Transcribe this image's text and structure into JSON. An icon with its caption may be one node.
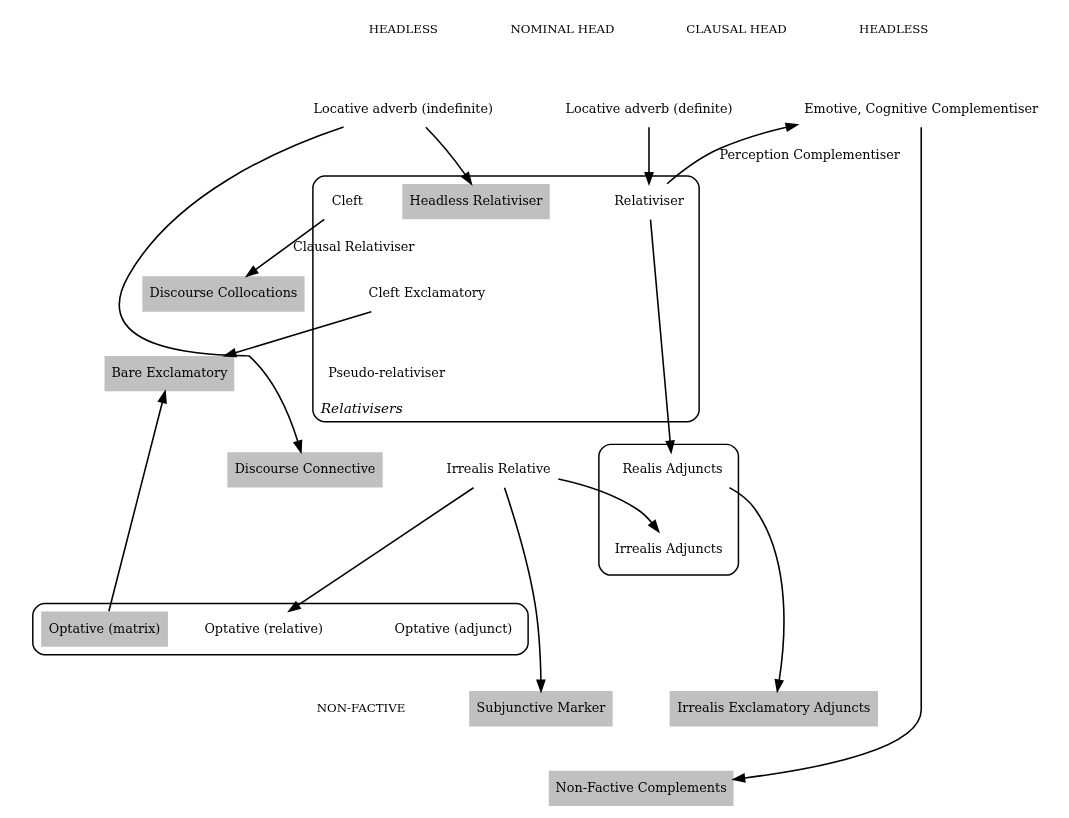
{
  "diagram": {
    "nodes": [
      {
        "text": [
          "Locative adverb (indefinite)"
        ]
      },
      {
        "text": [
          "Locative adverb (definite)"
        ]
      },
      {
        "text": [
          "Emotive, Cognitive Complementiser"
        ]
      },
      {
        "text": [
          "Relativisers"
        ]
      },
      {
        "text": [
          "Headless Relativiser"
        ],
        "in": 3
      },
      {
        "text": [
          "Relativiser"
        ],
        "in": 3
      },
      {
        "text": [
          "Cleft"
        ],
        "in": 3
      },
      {
        "text": [
          "Cleft Exclamatory"
        ],
        "in": 3
      },
      {
        "text": [
          "Pseudo-relativiser"
        ],
        "in": 3
      },
      {
        "text": [
          "Discourse Collocations"
        ]
      },
      {
        "text": [
          "Bare Exclamatory"
        ]
      },
      {
        "text": [],
        "shape": "box"
      },
      {
        "text": [
          "Realis Adjuncts"
        ],
        "in": 11
      },
      {
        "text": [
          "Irrealis Adjuncts"
        ],
        "in": 11
      },
      {
        "text": [
          "Irrealis Relative"
        ]
      },
      {
        "text": [
          "Discourse Connective"
        ]
      },
      {
        "text": [],
        "shape": "box"
      },
      {
        "text": [
          "Optative (relative)"
        ],
        "in": 16
      },
      {
        "text": [
          "Optative (adjunct)"
        ],
        "in": 16
      },
      {
        "text": [
          "Optative (matrix)"
        ],
        "in": 16
      },
      {
        "text": [
          "Subjunctive Marker"
        ]
      },
      {
        "text": [
          "Irrealis Exclamatory Adjuncts"
        ]
      },
      {
        "text": [
          "Non-Factive Complements"
        ]
      }
    ],
    "edges": [
      {
        "from": 0,
        "to": 4,
        "arrow": "to"
      },
      {
        "from": 0,
        "to": 15,
        "arrow": "to"
      },
      {
        "from": 1,
        "to": 5,
        "arrow": "to"
      },
      {
        "from": 5,
        "to": 2,
        "arrow": "to",
        "label": "Perception Complementiser"
      },
      {
        "from": 5,
        "to": 12,
        "arrow": "to"
      },
      {
        "from": 6,
        "to": 9,
        "arrow": "to",
        "label": "Clausal Relativiser"
      },
      {
        "from": 7,
        "to": 10,
        "arrow": "to"
      },
      {
        "from": 14,
        "to": 13,
        "arrow": "to"
      },
      {
        "from": 14,
        "to": 17,
        "arrow": "to"
      },
      {
        "from": 14,
        "to": 20,
        "arrow": "to"
      },
      {
        "from": 12,
        "to": 21,
        "arrow": "to"
      },
      {
        "from": 2,
        "to": 22,
        "arrow": "to"
      },
      {
        "from": 19,
        "to": 10,
        "arrow": "to"
      }
    ],
    "labels": [
      "HEADLESS",
      "NOMINAL HEAD",
      "CLAUSAL HEAD",
      "HEADLESS",
      "NON-FACTIVE"
    ]
  }
}
